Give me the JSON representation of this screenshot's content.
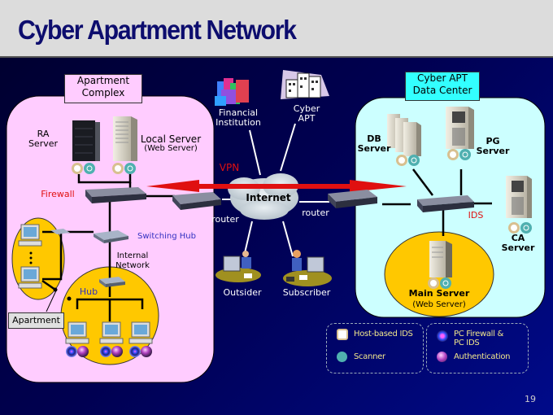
{
  "slide": {
    "title": "Cyber Apartment Network",
    "page_number": "19"
  },
  "apartment_complex": {
    "heading": "Apartment Complex",
    "heading_line1": "Apartment",
    "heading_line2": "Complex",
    "ra_server_line1": "RA",
    "ra_server_line2": "Server",
    "local_server": "Local Server",
    "local_server_sub": "(Web Server)",
    "firewall": "Firewall",
    "switching_hub": "Switching Hub",
    "internal_network_line1": "Internal",
    "internal_network_line2": "Network",
    "hub": "Hub",
    "apartment": "Apartment"
  },
  "internet": {
    "cloud": "Internet",
    "vpn": "VPN",
    "router_left": "router",
    "router_right": "router",
    "financial_line1": "Financial",
    "financial_line2": "Institution",
    "cyber_apt_line1": "Cyber",
    "cyber_apt_line2": "APT",
    "outsider": "Outsider",
    "subscriber": "Subscriber"
  },
  "data_center": {
    "heading_line1": "Cyber APT",
    "heading_line2": "Data Center",
    "db_server_line1": "DB",
    "db_server_line2": "Server",
    "pg_server_line1": "PG",
    "pg_server_line2": "Server",
    "ids": "IDS",
    "ca_server_line1": "CA",
    "ca_server_line2": "Server",
    "main_server": "Main Server",
    "main_server_sub": "(Web Server)"
  },
  "legend": {
    "host_ids": "Host-based IDS",
    "scanner": "Scanner",
    "pc_firewall_line1": "PC Firewall &",
    "pc_firewall_line2": "PC IDS",
    "authentication": "Authentication"
  },
  "colors": {
    "title": "#0d0d6e",
    "apartment_bg": "#ffccff",
    "datacenter_bg": "#ccffff",
    "hub_yellow": "#ffc800",
    "vpn_red": "#e01010",
    "legend_text": "#f0e68c"
  }
}
